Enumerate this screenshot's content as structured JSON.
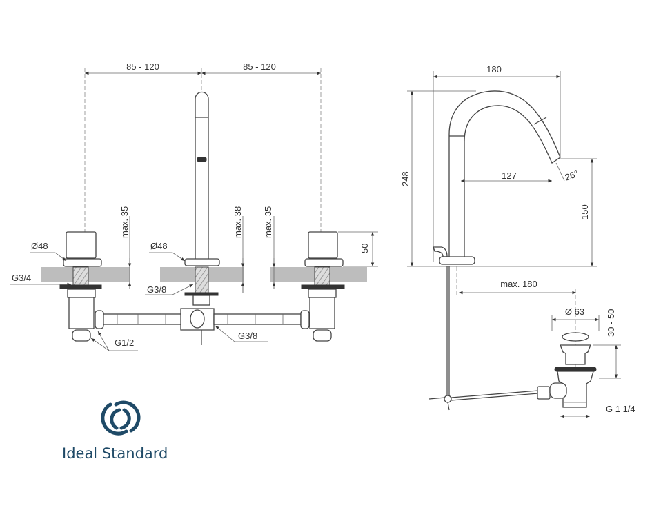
{
  "brand": {
    "name": "Ideal Standard",
    "color": "#1f4a67"
  },
  "front_view": {
    "spacing_left": "85 - 120",
    "spacing_right": "85 - 120",
    "rosette_left": "Ø48",
    "rosette_center": "Ø48",
    "thread_valve": "G3/4",
    "thread_spout": "G3/8",
    "thread_supply": "G1/2",
    "thread_connector": "G3/8",
    "deck_left": "max. 35",
    "deck_center": "max. 38",
    "deck_right": "max. 35",
    "handle_height": "50"
  },
  "side_view": {
    "projection": "180",
    "height": "248",
    "reach": "127",
    "angle": "26°",
    "outlet_height": "150",
    "pop_up_reach": "max. 180",
    "waste_diameter": "Ø 63",
    "waste_adjust": "30 - 50",
    "waste_thread": "G 1 1/4"
  }
}
